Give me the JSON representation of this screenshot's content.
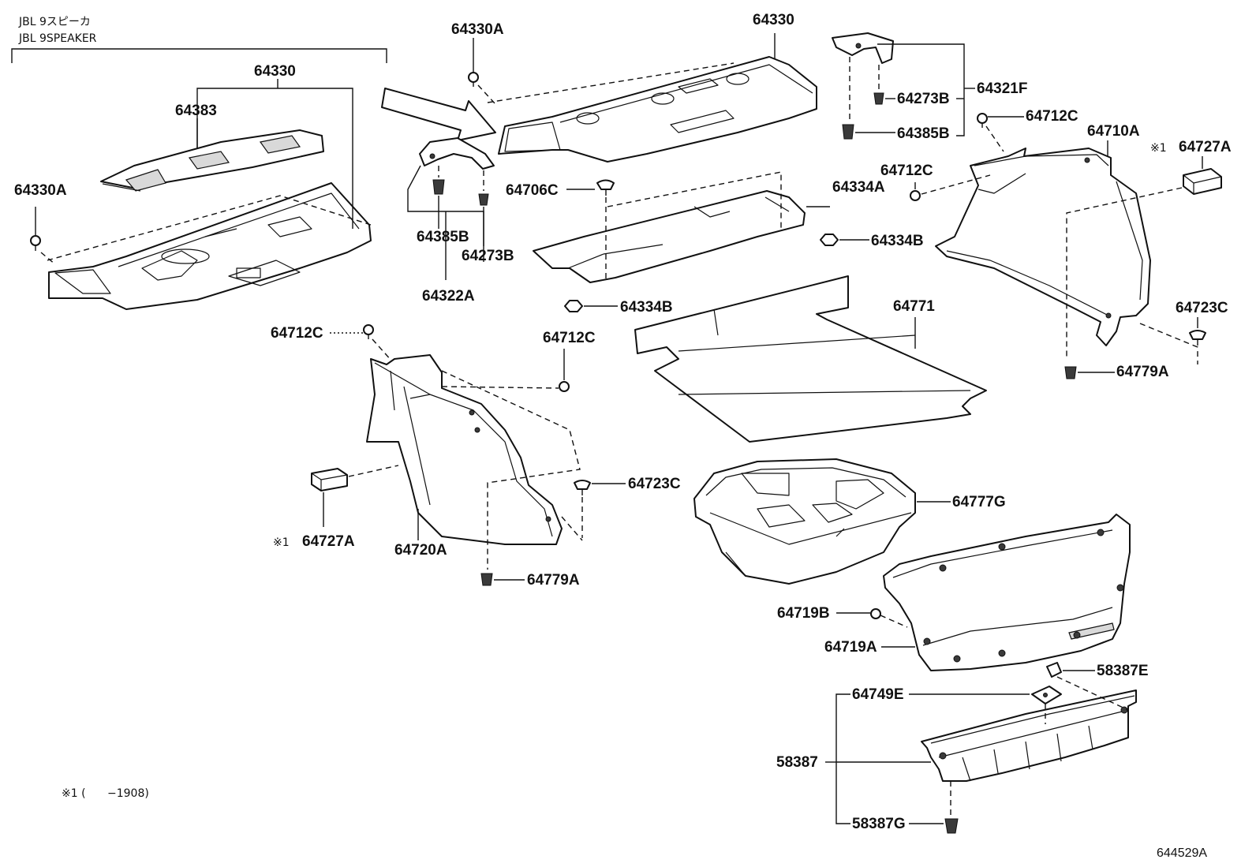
{
  "header": {
    "line1": "JBL 9スピーカ",
    "line2": "JBL 9SPEAKER"
  },
  "labels": {
    "p64330_left": "64330",
    "p64383": "64383",
    "p64330A_left": "64330A",
    "p64330A_top": "64330A",
    "p64330_top": "64330",
    "p64321F": "64321F",
    "p64273B_top": "64273B",
    "p64385B_top": "64385B",
    "p64712C_1": "64712C",
    "p64710A": "64710A",
    "p64727A_right": "64727A",
    "p64727A_right_mark": "※1",
    "p64706C": "64706C",
    "p64385B_mid": "64385B",
    "p64273B_mid": "64273B",
    "p64322A": "64322A",
    "p64712C_2": "64712C",
    "p64334A": "64334A",
    "p64334B_1": "64334B",
    "p64334B_2": "64334B",
    "p64771": "64771",
    "p64723C_right": "64723C",
    "p64779A_right": "64779A",
    "p64712C_3": "64712C",
    "p64712C_4": "64712C",
    "p64723C_mid": "64723C",
    "p64727A_left": "64727A",
    "p64727A_left_mark": "※1",
    "p64720A": "64720A",
    "p64779A_mid": "64779A",
    "p64777G": "64777G",
    "p64719B": "64719B",
    "p64719A": "64719A",
    "p58387E": "58387E",
    "p64749E": "64749E",
    "p58387": "58387",
    "p58387G": "58387G"
  },
  "footnote": {
    "mark": "※1 (",
    "range": "−1908)"
  },
  "diagram_id": "644529A"
}
